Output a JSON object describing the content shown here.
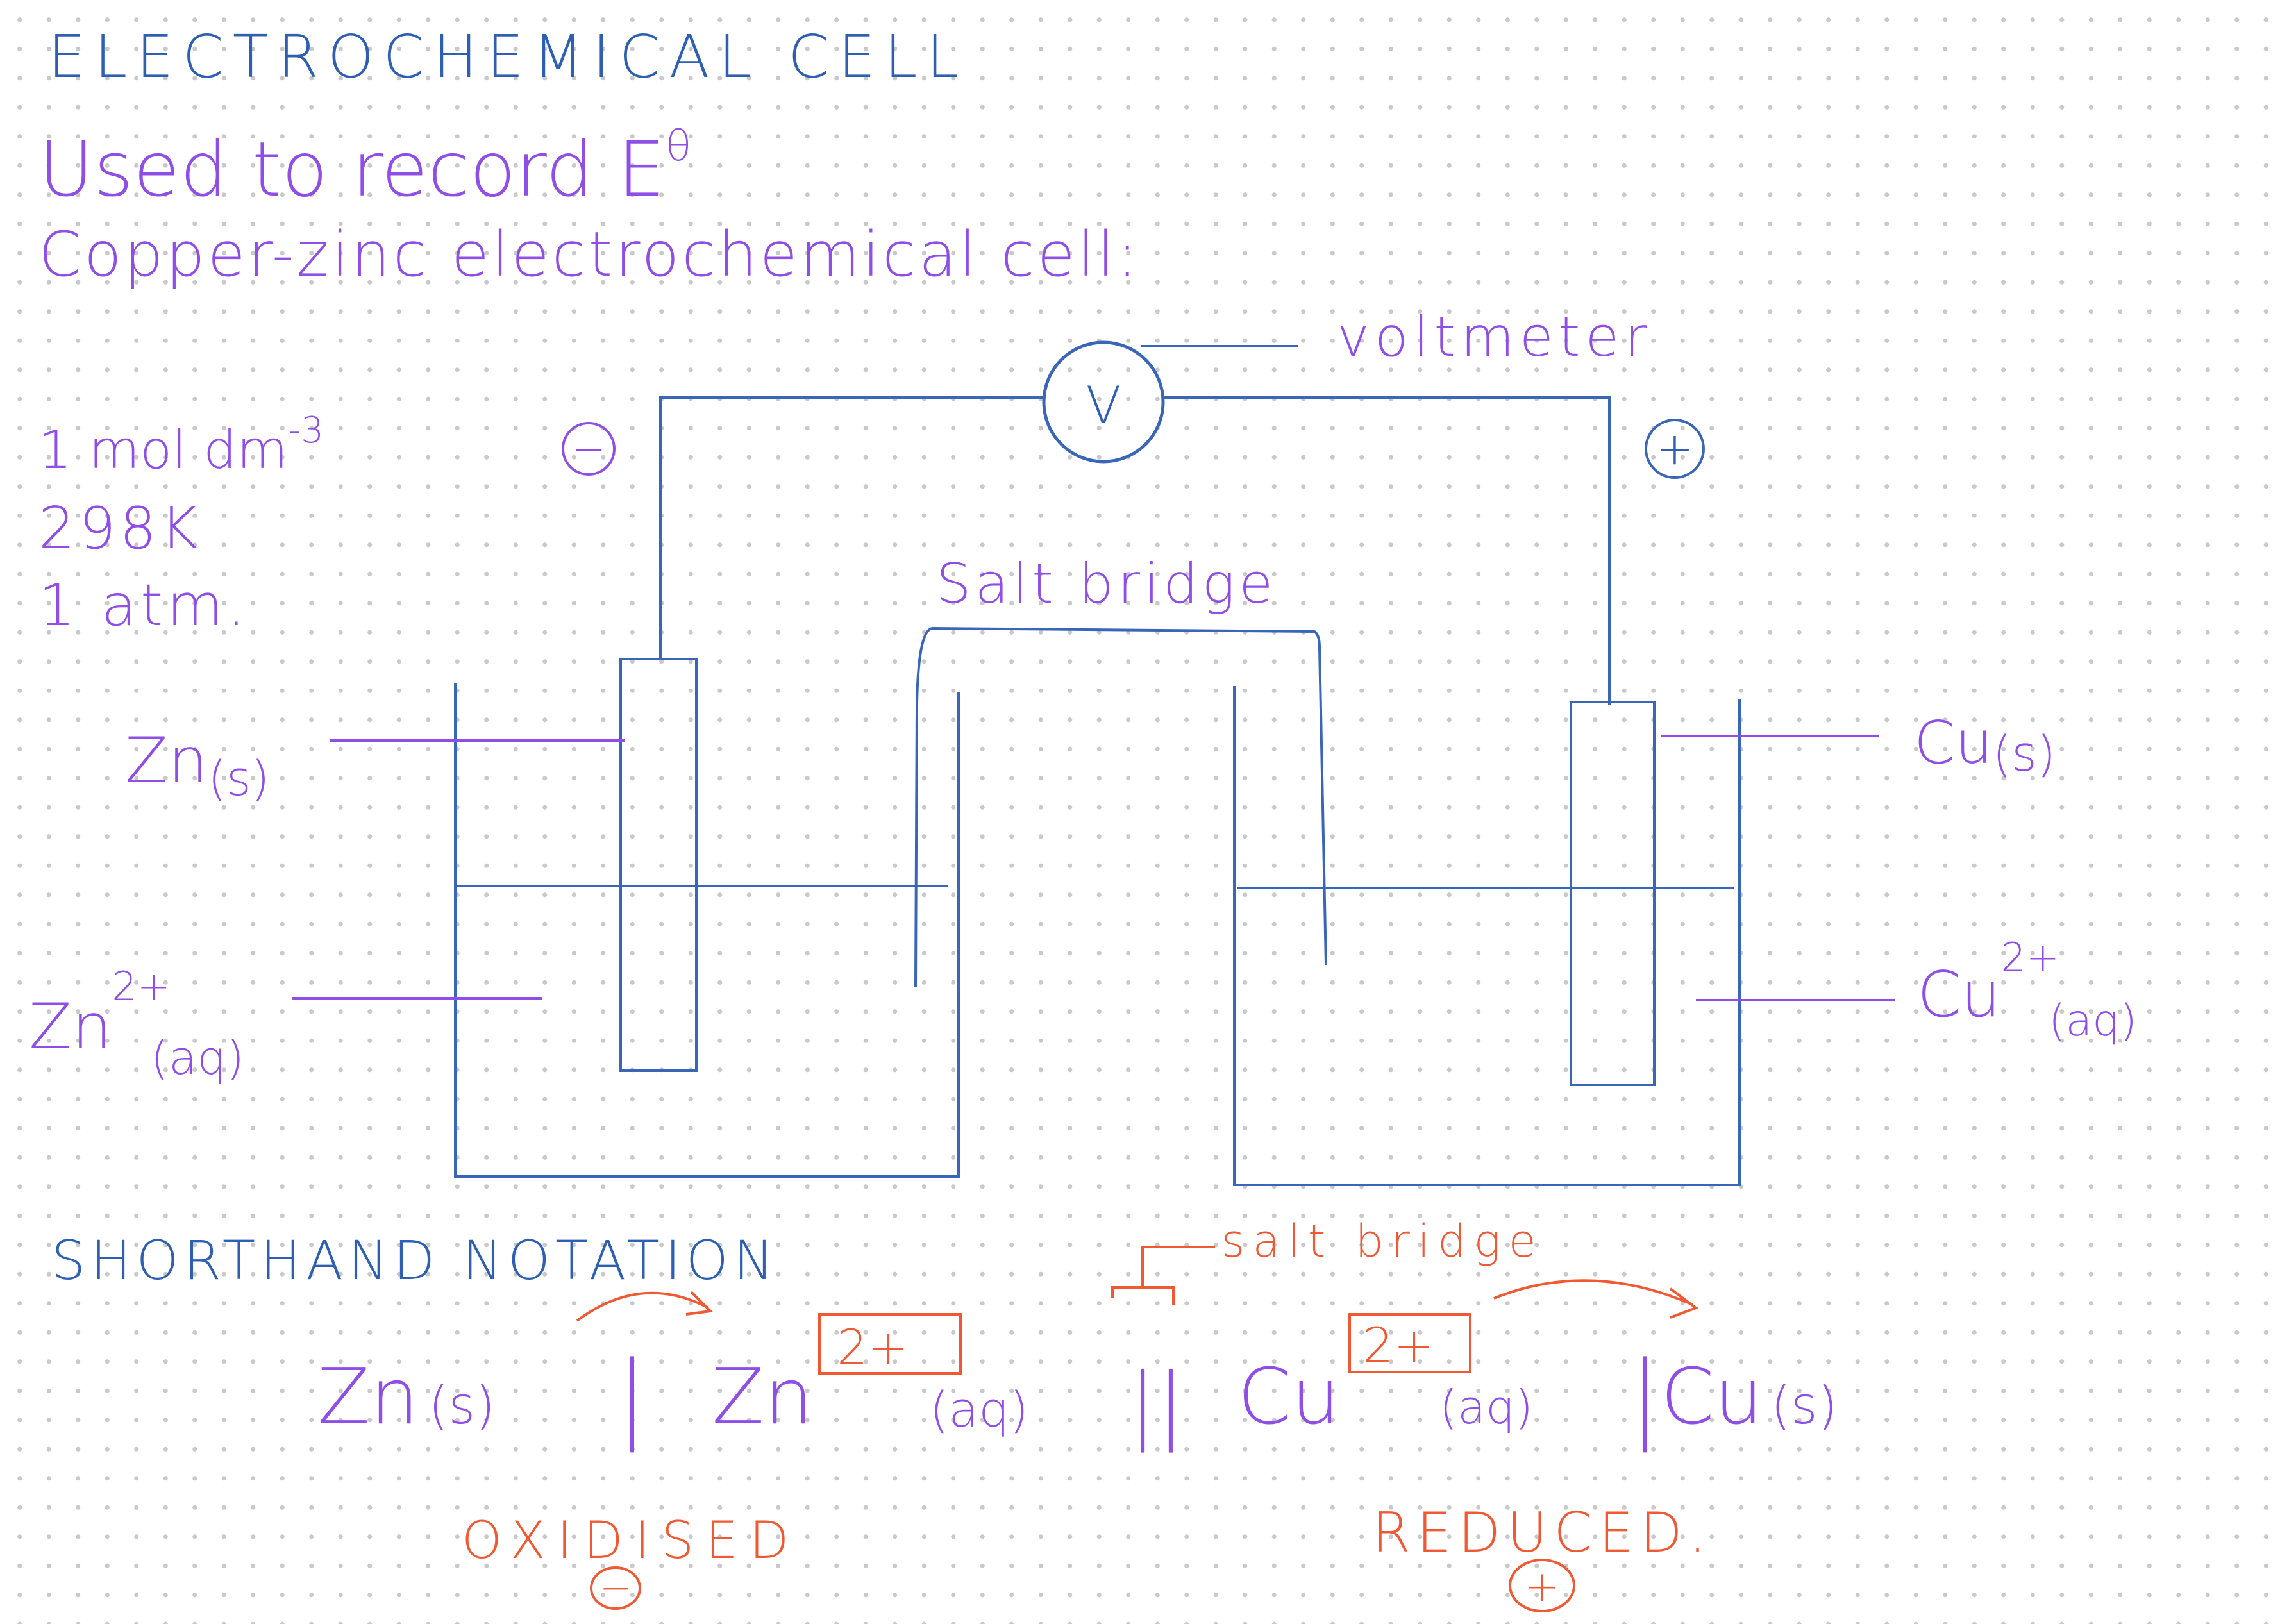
{
  "title": "ELECTROCHEMICAL CELL",
  "intro": {
    "line1": "Used to record E",
    "line1_symbol": "θ",
    "line2": "Copper-zinc electrochemical cell:"
  },
  "conditions": {
    "concentration": "1 mol dm",
    "concentration_exp": "-3",
    "temperature": "298K",
    "pressure": "1 atm."
  },
  "diagram": {
    "voltmeter_symbol": "V",
    "voltmeter_label": "voltmeter",
    "negative_sign": "−",
    "positive_sign": "+",
    "salt_bridge_label": "Salt bridge",
    "left_electrode": {
      "text": "Zn",
      "sub": "(s)"
    },
    "left_solution": {
      "text": "Zn",
      "sup": "2+",
      "sub": "(aq)"
    },
    "right_electrode": {
      "text": "Cu",
      "sub": "(s)"
    },
    "right_solution": {
      "text": "Cu",
      "sup": "2+",
      "sub": "(aq)"
    }
  },
  "shorthand": {
    "heading": "SHORTHAND NOTATION",
    "zn_solid": "Zn",
    "zn_solid_state": "(s)",
    "bar1": "|",
    "zn_ion": "Zn",
    "zn_charge": "2+",
    "zn_ion_state": "(aq)",
    "double_bar": "||",
    "cu_ion": "Cu",
    "cu_charge": "2+",
    "cu_ion_state": "(aq)",
    "bar2": "|",
    "cu_solid": "Cu",
    "cu_solid_state": "(s)",
    "salt_bridge_note": "salt bridge",
    "oxidised": "OXIDISED",
    "oxidised_sign": "−",
    "reduced": "REDUCED.",
    "reduced_sign": "+"
  },
  "colors": {
    "blue_ink": "#2f5fb3",
    "purple_ink": "#8f4fe6",
    "red_ink": "#ef5a34"
  }
}
